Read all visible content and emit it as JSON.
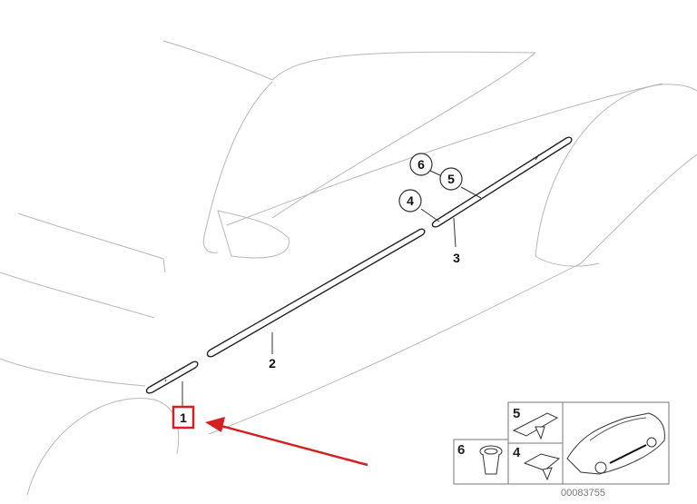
{
  "diagram": {
    "callouts": {
      "p1": "1",
      "p2": "2",
      "p3": "3",
      "p4": "4",
      "p5": "5",
      "p6": "6"
    },
    "inset": {
      "label5": "5",
      "label4": "4",
      "label6": "6",
      "code": "00083755"
    },
    "highlight_color": "#d42020"
  }
}
